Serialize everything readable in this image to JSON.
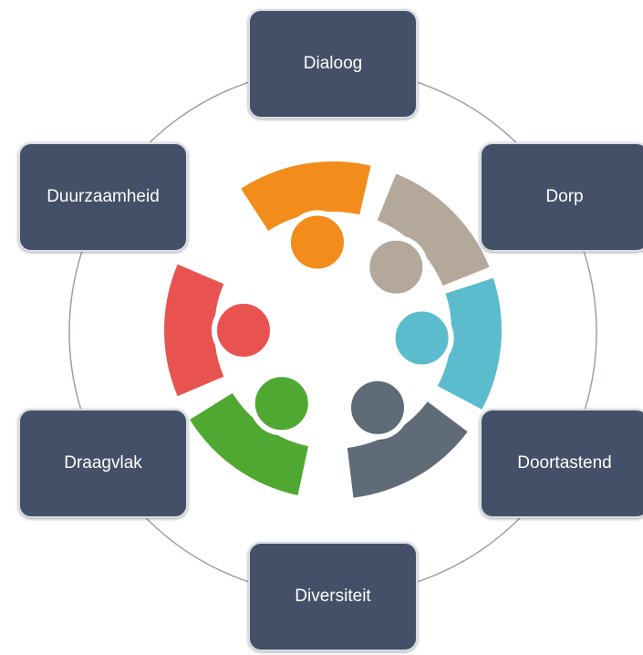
{
  "labels": {
    "top": "Dialoog",
    "top_right": "Dorp",
    "bottom_right": "Doortastend",
    "bottom": "Diversiteit",
    "bottom_left": "Draagvlak",
    "top_left": "Duurzaamheid"
  },
  "colors": {
    "box": "#435068",
    "ring": "#9aa0aa",
    "person_orange": "#f28c1a",
    "person_taupe": "#b3a89a",
    "person_teal": "#5bbccd",
    "person_slate": "#5f6b77",
    "person_green": "#4fa832",
    "person_red": "#e85350"
  },
  "people": [
    {
      "name": "person-orange",
      "color_key": "person_orange"
    },
    {
      "name": "person-taupe",
      "color_key": "person_taupe"
    },
    {
      "name": "person-teal",
      "color_key": "person_teal"
    },
    {
      "name": "person-slate",
      "color_key": "person_slate"
    },
    {
      "name": "person-green",
      "color_key": "person_green"
    },
    {
      "name": "person-red",
      "color_key": "person_red"
    }
  ]
}
